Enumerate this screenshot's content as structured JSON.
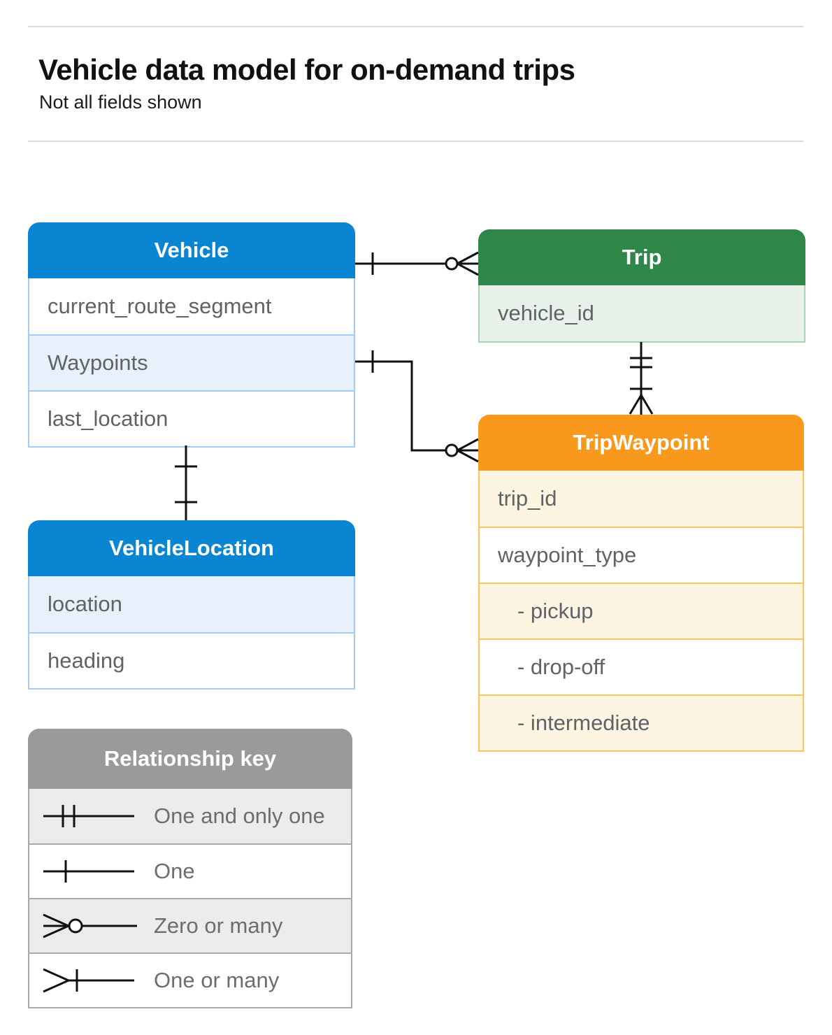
{
  "page": {
    "title": "Vehicle data model for on-demand trips",
    "subtitle": "Not all fields shown"
  },
  "entities": [
    {
      "name": "Vehicle",
      "rows": [
        {
          "label": "current_route_segment"
        },
        {
          "label": "Waypoints"
        },
        {
          "label": "last_location"
        }
      ]
    },
    {
      "name": "Trip",
      "rows": [
        {
          "label": "vehicle_id"
        }
      ]
    },
    {
      "name": "TripWaypoint",
      "rows": [
        {
          "label": "trip_id"
        },
        {
          "label": "waypoint_type"
        },
        {
          "label": "- pickup"
        },
        {
          "label": "- drop-off"
        },
        {
          "label": "- intermediate"
        }
      ]
    },
    {
      "name": "VehicleLocation",
      "rows": [
        {
          "label": "location"
        },
        {
          "label": "heading"
        }
      ]
    }
  ],
  "legend": {
    "title": "Relationship key",
    "items": [
      {
        "symbol": "one-and-only-one",
        "label": "One and only one"
      },
      {
        "symbol": "one",
        "label": "One"
      },
      {
        "symbol": "zero-or-many",
        "label": "Zero or many"
      },
      {
        "symbol": "one-or-many",
        "label": "One or many"
      }
    ]
  },
  "relationships": [
    {
      "from": "Vehicle",
      "to": "Trip",
      "from_cardinality": "one",
      "to_cardinality": "zero or many"
    },
    {
      "from": "Vehicle.Waypoints",
      "to": "TripWaypoint",
      "from_cardinality": "one",
      "to_cardinality": "zero or many"
    },
    {
      "from": "Trip",
      "to": "TripWaypoint",
      "from_cardinality": "one and only one",
      "to_cardinality": "one or many"
    },
    {
      "from": "Vehicle",
      "to": "VehicleLocation",
      "from_cardinality": "one",
      "to_cardinality": "one"
    }
  ],
  "colors": {
    "vehicle_header": "#0a85d1",
    "vehicle_row_tint": "#e8f1fb",
    "vehicle_border": "#a3cdf0",
    "trip_header": "#2e8749",
    "trip_row_tint": "#e9f2ea",
    "trip_border": "#a5d2b0",
    "tripwaypoint_header": "#f8991d",
    "tripwaypoint_row_tint": "#fdf4e2",
    "tripwaypoint_border": "#fcc55c",
    "legend_header": "#9a9a9a",
    "legend_row_tint": "#ececec",
    "legend_border": "#a9a9a9",
    "row_text": "#5f6368",
    "legend_text": "#6d6d6d",
    "connector": "#111111"
  }
}
